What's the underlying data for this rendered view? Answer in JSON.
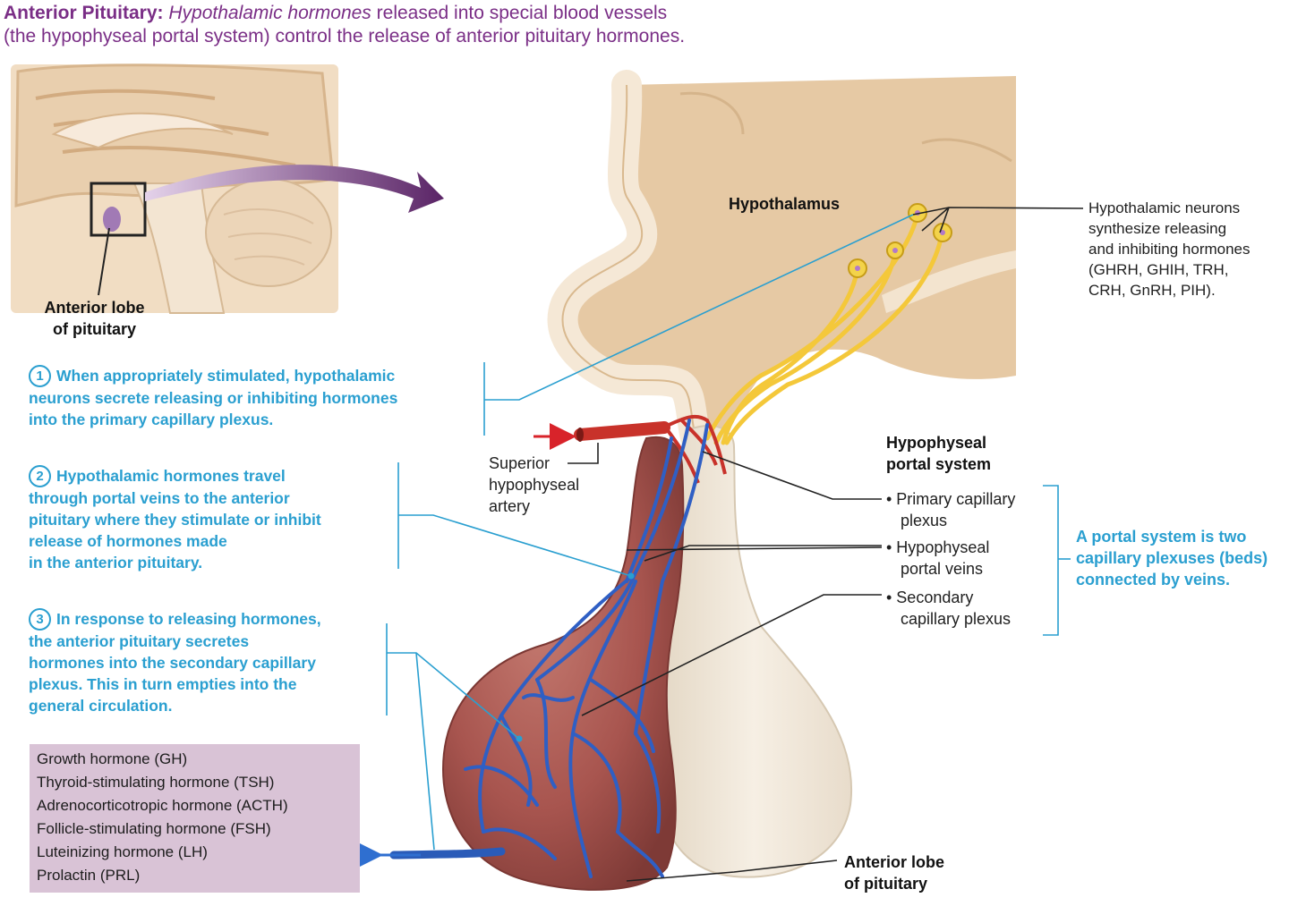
{
  "title": {
    "bold": "Anterior Pituitary:",
    "italic": "Hypothalamic hormones",
    "rest1": " released into special blood vessels",
    "line2": "(the hypophyseal portal system) control the release of anterior pituitary hormones."
  },
  "labels": {
    "inset_lobe": [
      "Anterior lobe",
      "of pituitary"
    ],
    "hypothalamus": "Hypothalamus",
    "neurons": [
      "Hypothalamic neurons",
      "synthesize releasing",
      "and inhibiting hormones",
      "(GHRH, GHIH, TRH,",
      "CRH, GnRH, PIH)."
    ],
    "artery": [
      "Superior",
      "hypophyseal",
      "artery"
    ],
    "portal_heading": [
      "Hypophyseal",
      "portal system"
    ],
    "primary": [
      "• Primary capillary",
      "plexus"
    ],
    "veins": [
      "• Hypophyseal",
      "portal veins"
    ],
    "secondary": [
      "• Secondary",
      "capillary plexus"
    ],
    "portal_note": [
      "A portal system is two",
      "capillary plexuses (beds)",
      "connected by veins."
    ],
    "bottom_lobe": [
      "Anterior lobe",
      "of pituitary"
    ]
  },
  "steps": [
    {
      "num": "1",
      "lines": [
        "When appropriately stimulated, hypothalamic",
        "neurons secrete releasing or inhibiting hormones",
        "into the primary capillary plexus."
      ]
    },
    {
      "num": "2",
      "lines": [
        "Hypothalamic hormones travel",
        "through portal veins to the anterior",
        "pituitary where they stimulate or inhibit",
        "release of hormones made",
        "in the anterior pituitary."
      ]
    },
    {
      "num": "3",
      "lines": [
        "In response to releasing hormones,",
        "the anterior pituitary secretes",
        "hormones into the secondary capillary",
        "plexus. This in turn empties into the",
        "general circulation."
      ]
    }
  ],
  "hormones": [
    "Growth hormone (GH)",
    "Thyroid-stimulating hormone (TSH)",
    "Adrenocorticotropic hormone (ACTH)",
    "Follicle-stimulating hormone (FSH)",
    "Luteinizing hormone (LH)",
    "Prolactin (PRL)"
  ],
  "colors": {
    "title": "#7a2e86",
    "step_text": "#2a9fd0",
    "hormone_box": "#d9c3d6",
    "vein_blue": "#2f5fc4",
    "artery_red": "#c8322a",
    "gland": "#a8554f",
    "posterior": "#efe4d2",
    "brain": "#e6ccaa"
  }
}
